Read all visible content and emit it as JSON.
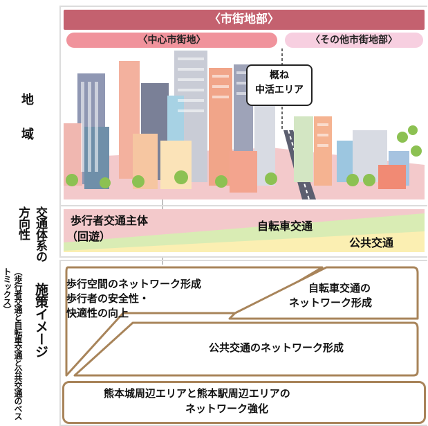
{
  "header": {
    "main": "〈市街地部〉",
    "central": "〈中心市街地〉",
    "other": "〈その他市街地部〉"
  },
  "callout": {
    "line1": "概ね",
    "line2": "中活エリア"
  },
  "left": {
    "chiiki": [
      "地",
      "域"
    ],
    "kotsu": "交通体系の方向性",
    "shisaku": "施策イメージ",
    "shisaku_sub": "（歩行者交通と自転車交通と公共交通のベストミックス）"
  },
  "traffic": {
    "pedestrian_1": "歩行者交通主体",
    "pedestrian_2": "（回遊）",
    "bicycle": "自転車交通",
    "public": "公共交通"
  },
  "measures": {
    "ped_1": "歩行空間のネットワーク形成",
    "ped_2": "歩行者の安全性・",
    "ped_3": "快適性の向上",
    "bike_1": "自転車交通の",
    "bike_2": "ネットワーク形成",
    "public": "公共交通のネットワーク形成",
    "bottom_1": "熊本城周辺エリアと熊本駅周辺エリアの",
    "bottom_2": "ネットワーク強化"
  },
  "colors": {
    "header": "#c4616f",
    "central": "#f0939c",
    "other": "#f7cfe0",
    "pink": "#f3c9cb",
    "green": "#d9ecb4",
    "yellow": "#fbefb2",
    "border": "#a8845a"
  }
}
